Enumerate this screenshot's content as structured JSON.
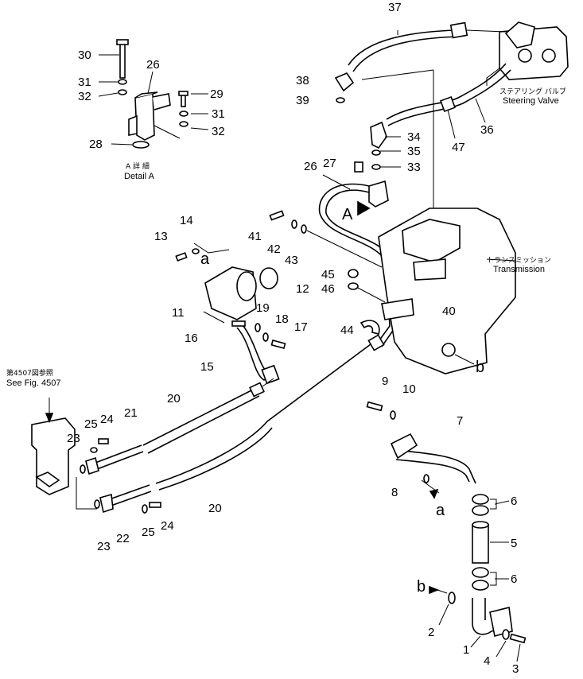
{
  "callouts": [
    {
      "id": "p1",
      "text": "1"
    },
    {
      "id": "p2",
      "text": "2"
    },
    {
      "id": "p3",
      "text": "3"
    },
    {
      "id": "p4",
      "text": "4"
    },
    {
      "id": "p5",
      "text": "5"
    },
    {
      "id": "p6a",
      "text": "6"
    },
    {
      "id": "p6b",
      "text": "6"
    },
    {
      "id": "p7",
      "text": "7"
    },
    {
      "id": "p8",
      "text": "8"
    },
    {
      "id": "p9",
      "text": "9"
    },
    {
      "id": "p10",
      "text": "10"
    },
    {
      "id": "p11",
      "text": "11"
    },
    {
      "id": "p12",
      "text": "12"
    },
    {
      "id": "p13",
      "text": "13"
    },
    {
      "id": "p14",
      "text": "14"
    },
    {
      "id": "p15",
      "text": "15"
    },
    {
      "id": "p16",
      "text": "16"
    },
    {
      "id": "p17",
      "text": "17"
    },
    {
      "id": "p18",
      "text": "18"
    },
    {
      "id": "p19",
      "text": "19"
    },
    {
      "id": "p20a",
      "text": "20"
    },
    {
      "id": "p20b",
      "text": "20"
    },
    {
      "id": "p21",
      "text": "21"
    },
    {
      "id": "p22",
      "text": "22"
    },
    {
      "id": "p23a",
      "text": "23"
    },
    {
      "id": "p23b",
      "text": "23"
    },
    {
      "id": "p24a",
      "text": "24"
    },
    {
      "id": "p24b",
      "text": "24"
    },
    {
      "id": "p25a",
      "text": "25"
    },
    {
      "id": "p25b",
      "text": "25"
    },
    {
      "id": "p26a",
      "text": "26"
    },
    {
      "id": "p26b",
      "text": "26"
    },
    {
      "id": "p27",
      "text": "27"
    },
    {
      "id": "p28",
      "text": "28"
    },
    {
      "id": "p29",
      "text": "29"
    },
    {
      "id": "p30",
      "text": "30"
    },
    {
      "id": "p31a",
      "text": "31"
    },
    {
      "id": "p31b",
      "text": "31"
    },
    {
      "id": "p32a",
      "text": "32"
    },
    {
      "id": "p32b",
      "text": "32"
    },
    {
      "id": "p33",
      "text": "33"
    },
    {
      "id": "p34",
      "text": "34"
    },
    {
      "id": "p35",
      "text": "35"
    },
    {
      "id": "p36",
      "text": "36"
    },
    {
      "id": "p37",
      "text": "37"
    },
    {
      "id": "p38",
      "text": "38"
    },
    {
      "id": "p39",
      "text": "39"
    },
    {
      "id": "p40",
      "text": "40"
    },
    {
      "id": "p41",
      "text": "41"
    },
    {
      "id": "p42",
      "text": "42"
    },
    {
      "id": "p43",
      "text": "43"
    },
    {
      "id": "p44",
      "text": "44"
    },
    {
      "id": "p45",
      "text": "45"
    },
    {
      "id": "p46",
      "text": "46"
    },
    {
      "id": "p47",
      "text": "47"
    }
  ],
  "letters": {
    "a_pump": "a",
    "a_tube": "a",
    "b_trans": "b",
    "b_elbow": "b",
    "A_arrow": "A"
  },
  "captions": {
    "steering_jp": "ステアリング バルブ",
    "steering_en": "Steering Valve",
    "transmission_jp": "トランスミッション",
    "transmission_en": "Transmission",
    "detail_jp": "A 詳 細",
    "detail_en": "Detail A",
    "seefig_jp": "第4507図参照",
    "seefig_en": "See Fig. 4507"
  }
}
